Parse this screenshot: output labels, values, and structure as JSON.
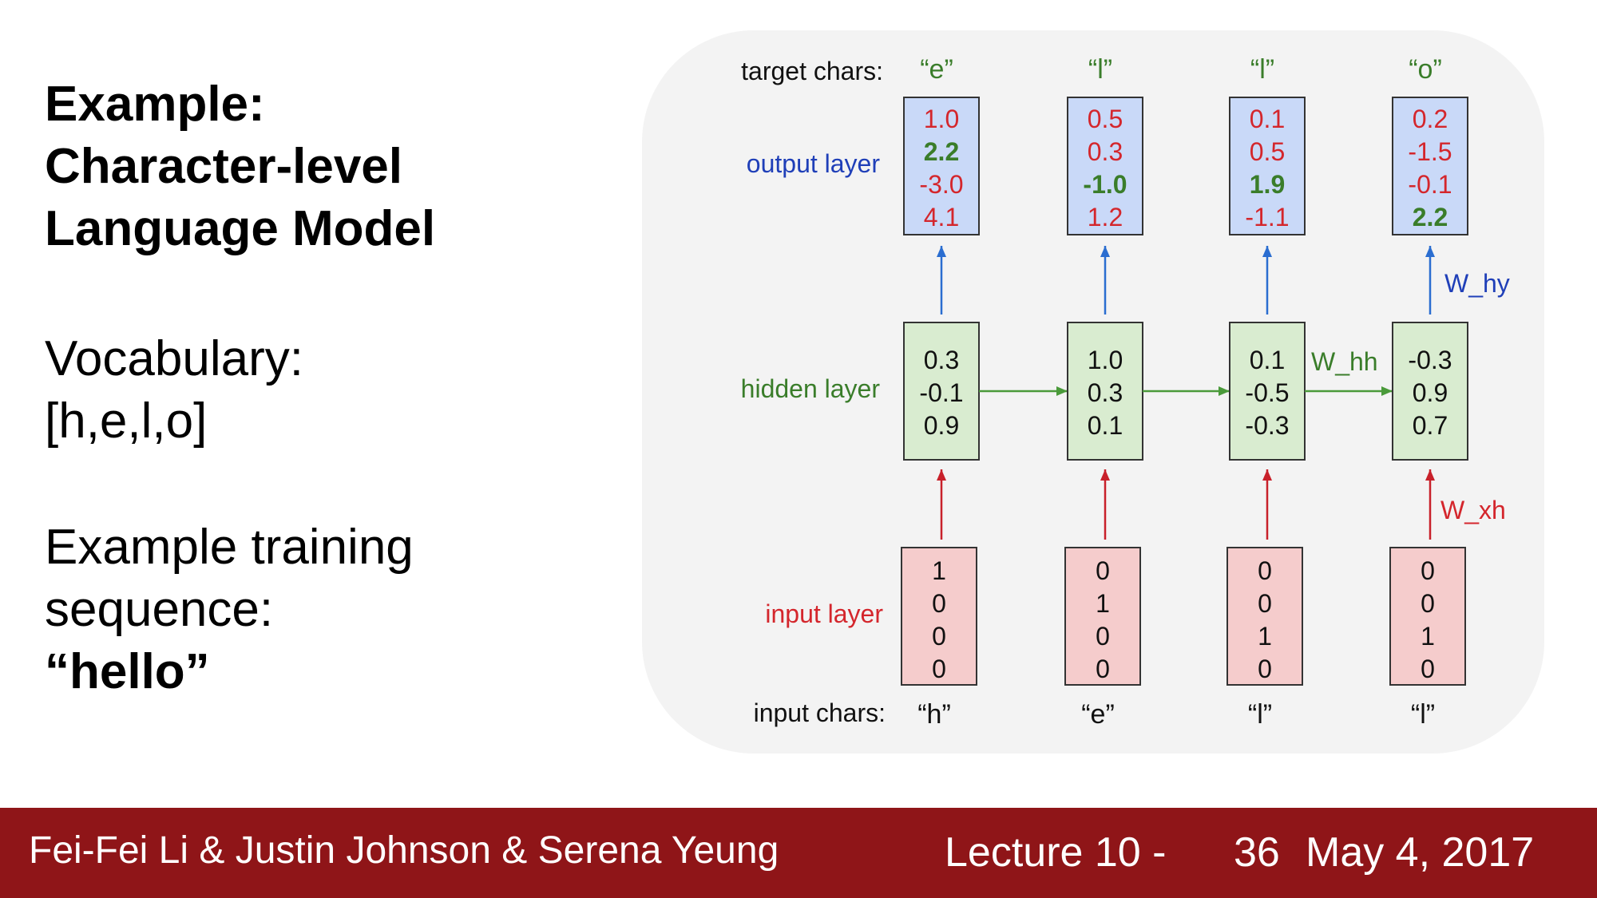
{
  "slide": {
    "title_lines": [
      "Example:",
      "Character-level",
      "Language Model"
    ],
    "vocab_label": "Vocabulary:",
    "vocab_value": "[h,e,l,o]",
    "train_line1": "Example training",
    "train_line2": "sequence:",
    "train_value": "“hello”"
  },
  "diagram": {
    "row_labels": {
      "target": "target chars:",
      "output": "output layer",
      "hidden": "hidden layer",
      "input": "input layer",
      "input_chars": "input chars:"
    },
    "weight_labels": {
      "hy": "W_hy",
      "hh": "W_hh",
      "xh": "W_xh"
    },
    "colors": {
      "output_fill": "#c9d9f8",
      "hidden_fill": "#d9ecd0",
      "input_fill": "#f5cccc",
      "blue": "#1f3fb8",
      "green": "#3a7d2a",
      "red": "#d4262c",
      "arrow_blue": "#2a6dd0",
      "arrow_green": "#4a9a3a",
      "arrow_red": "#c8202a"
    },
    "columns": [
      {
        "target_char": "“e”",
        "output": [
          {
            "v": "1.0",
            "hl": false
          },
          {
            "v": "2.2",
            "hl": true
          },
          {
            "v": "-3.0",
            "hl": false
          },
          {
            "v": "4.1",
            "hl": false
          }
        ],
        "hidden": [
          "0.3",
          "-0.1",
          "0.9"
        ],
        "input": [
          "1",
          "0",
          "0",
          "0"
        ],
        "input_char": "“h”"
      },
      {
        "target_char": "“l”",
        "output": [
          {
            "v": "0.5",
            "hl": false
          },
          {
            "v": "0.3",
            "hl": false
          },
          {
            "v": "-1.0",
            "hl": true
          },
          {
            "v": "1.2",
            "hl": false
          }
        ],
        "hidden": [
          "1.0",
          "0.3",
          "0.1"
        ],
        "input": [
          "0",
          "1",
          "0",
          "0"
        ],
        "input_char": "“e”"
      },
      {
        "target_char": "“l”",
        "output": [
          {
            "v": "0.1",
            "hl": false
          },
          {
            "v": "0.5",
            "hl": false
          },
          {
            "v": "1.9",
            "hl": true
          },
          {
            "v": "-1.1",
            "hl": false
          }
        ],
        "hidden": [
          "0.1",
          "-0.5",
          "-0.3"
        ],
        "input": [
          "0",
          "0",
          "1",
          "0"
        ],
        "input_char": "“l”"
      },
      {
        "target_char": "“o”",
        "output": [
          {
            "v": "0.2",
            "hl": false
          },
          {
            "v": "-1.5",
            "hl": false
          },
          {
            "v": "-0.1",
            "hl": false
          },
          {
            "v": "2.2",
            "hl": true
          }
        ],
        "hidden": [
          "-0.3",
          "0.9",
          "0.7"
        ],
        "input": [
          "0",
          "0",
          "1",
          "0"
        ],
        "input_char": "“l”"
      }
    ]
  },
  "footer": {
    "authors": "Fei-Fei Li & Justin Johnson & Serena Yeung",
    "lecture": "Lecture 10 -",
    "page": "36",
    "date": "May 4, 2017"
  }
}
